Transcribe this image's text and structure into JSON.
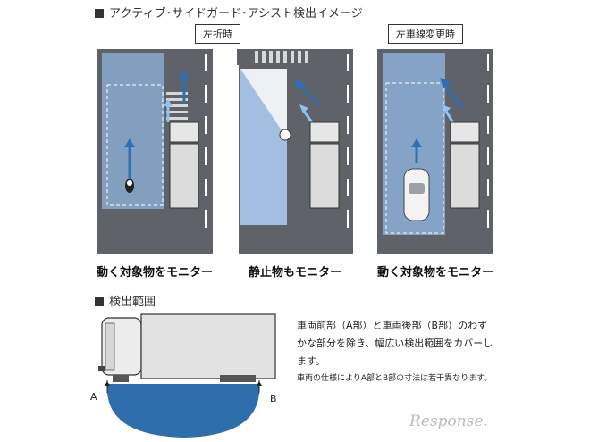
{
  "section1": {
    "title": "アクティブ･サイドガード･アシスト検出イメージ"
  },
  "panels": [
    {
      "tag": "左折時",
      "caption": "動く対象物をモニター"
    },
    {
      "tag": "",
      "caption": "静止物もモニター"
    },
    {
      "tag": "左車線変更時",
      "caption": "動く対象物をモニター"
    }
  ],
  "section2": {
    "title": "検出範囲",
    "label_a": "A",
    "label_b": "B",
    "description": "車両前部（A部）と車両後部（B部）のわずかな部分を除き、幅広い検出範囲をカバーします。",
    "note": "車両の仕様によりA部とB部の寸法は若干異なります。"
  },
  "watermark": {
    "text": "Response."
  },
  "colors": {
    "road": "#5f6369",
    "zone": "#8fb3dd",
    "arrow": "#2f6fb5",
    "arrow_light": "#8fc2ef",
    "coverage": "#2f6eac"
  }
}
